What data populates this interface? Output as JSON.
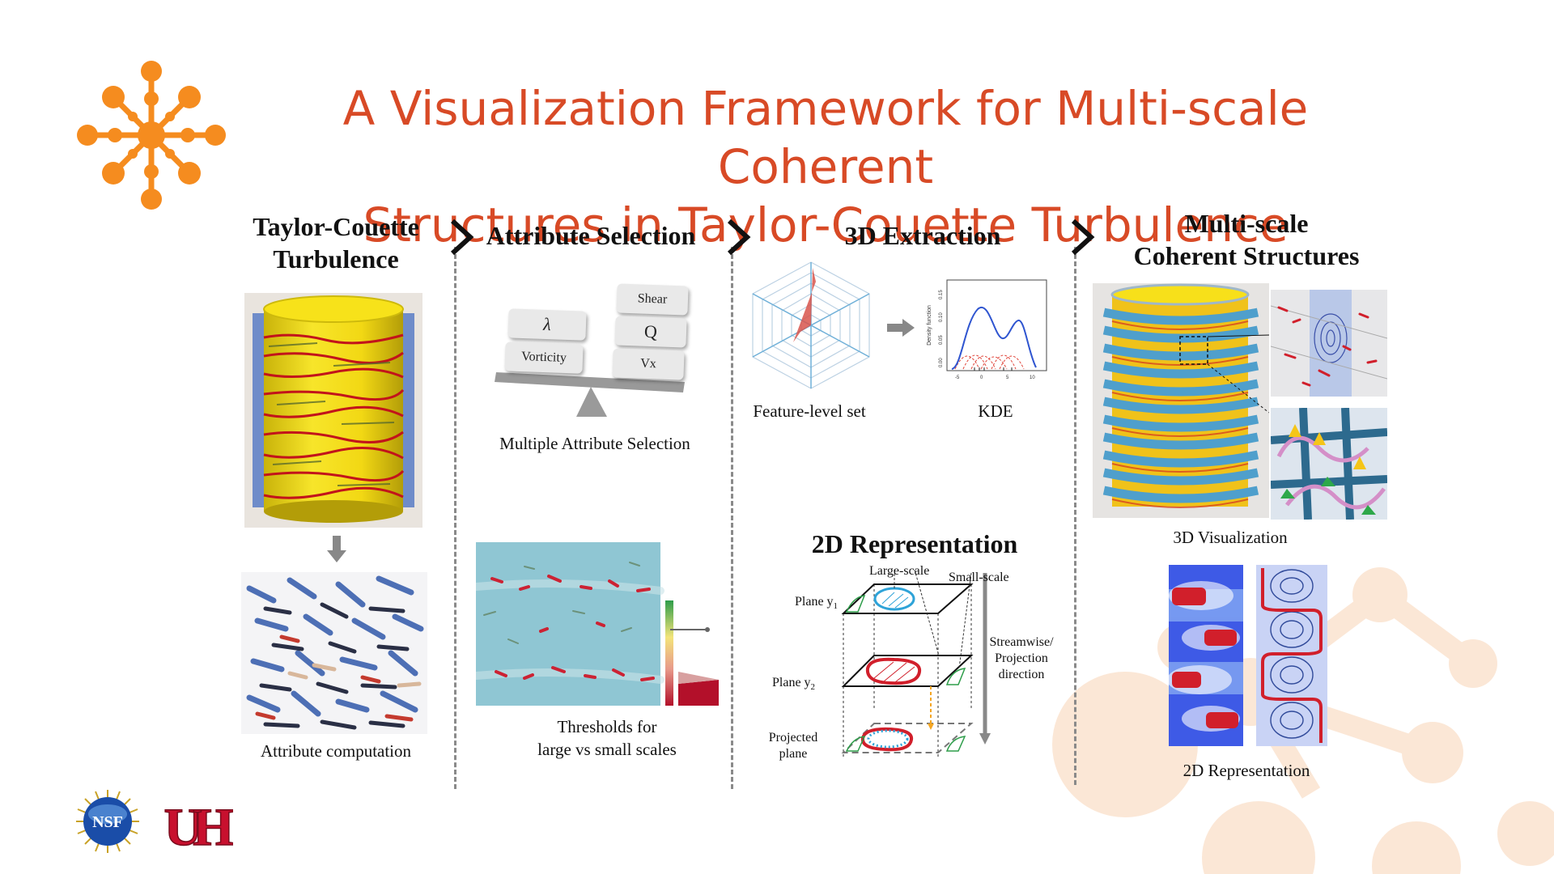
{
  "title": {
    "line1": "A Visualization Framework for Multi-scale Coherent",
    "line2": "Structures in Taylor-Couette Turbulence"
  },
  "colors": {
    "accent": "#d84a26",
    "logo": "#f58c1f",
    "water": "#7fc4d6",
    "red": "#d11f2b",
    "blue": "#3c5ee6",
    "yellow": "#f5e21c"
  },
  "sections": {
    "tc": {
      "header_line1": "Taylor-Couette",
      "header_line2": "Turbulence",
      "caption": "Attribute computation"
    },
    "attr": {
      "header": "Attribute Selection",
      "cards": {
        "lambda": "λ",
        "vorticity": "Vorticity",
        "shear": "Shear",
        "q": "Q",
        "vx": "Vx"
      },
      "caption": "Multiple Attribute Selection",
      "thresh_line1": "Thresholds  for",
      "thresh_line2": "large vs small scales"
    },
    "extract": {
      "header": "3D Extraction",
      "radar_caption": "Feature-level set",
      "kde_caption": "KDE",
      "kde_ylabel": "Density function",
      "kde_yticks": [
        "0.00",
        "0.05",
        "0.10",
        "0.15"
      ],
      "kde_xticks": [
        "-5",
        "0",
        "5",
        "10"
      ]
    },
    "rep2d": {
      "header": "2D Representation",
      "large_scale": "Large-scale",
      "small_scale": "Small-scale",
      "plane_y1": "Plane y",
      "plane_y1_sub": "1",
      "plane_y2": "Plane y",
      "plane_y2_sub": "2",
      "projected_line1": "Projected",
      "projected_line2": "plane",
      "direction_line1": "Streamwise/",
      "direction_line2": "Projection",
      "direction_line3": "direction"
    },
    "multi": {
      "header_line1": "Multi-scale",
      "header_line2": "Coherent Structures",
      "vis3d_caption": "3D Visualization",
      "rep2d_caption": "2D Representation"
    }
  },
  "logos": {
    "nsf": "NSF",
    "uh": "UH"
  }
}
